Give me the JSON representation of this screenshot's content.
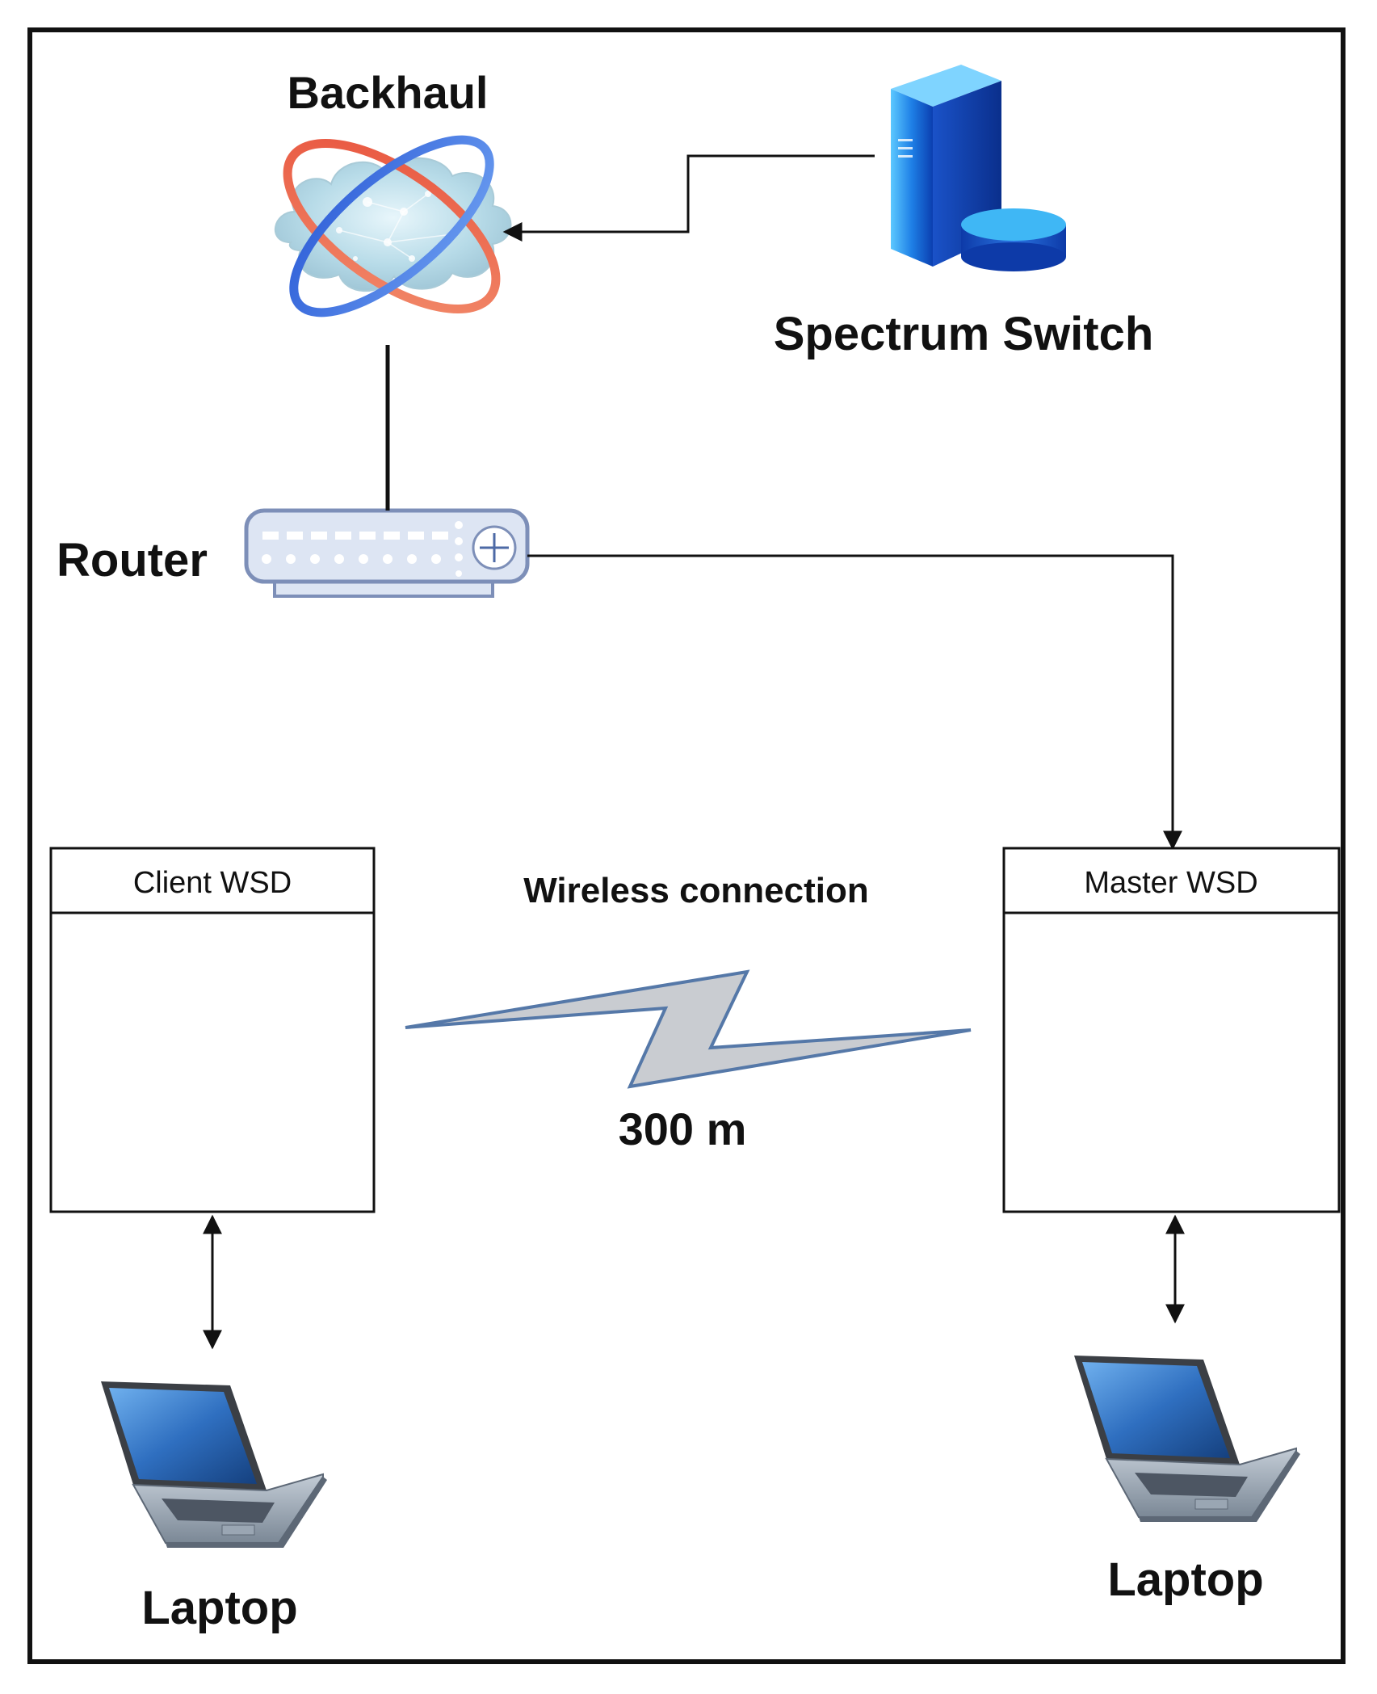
{
  "labels": {
    "backhaul": "Backhaul",
    "spectrum_switch": "Spectrum Switch",
    "router": "Router",
    "client_wsd": "Client WSD",
    "master_wsd": "Master WSD",
    "wireless_connection": "Wireless connection",
    "distance": "300 m",
    "laptop_left": "Laptop",
    "laptop_right": "Laptop"
  },
  "icons": {
    "backhaul": "cloud-network-icon",
    "spectrum_switch": "server-database-icon",
    "router": "router-icon",
    "laptop": "laptop-icon",
    "wireless_link": "lightning-bolt-icon"
  },
  "colors": {
    "border": "#111111",
    "line": "#111111",
    "server_blue": "#1565d8",
    "server_light": "#2aa8f2",
    "router_fill": "#dde5f3",
    "router_stroke": "#7d8fb8",
    "bolt_fill": "#c9ccd1",
    "bolt_stroke": "#5578a8",
    "laptop_screen": "#2f6fc0",
    "laptop_body": "#8d9aa8"
  }
}
